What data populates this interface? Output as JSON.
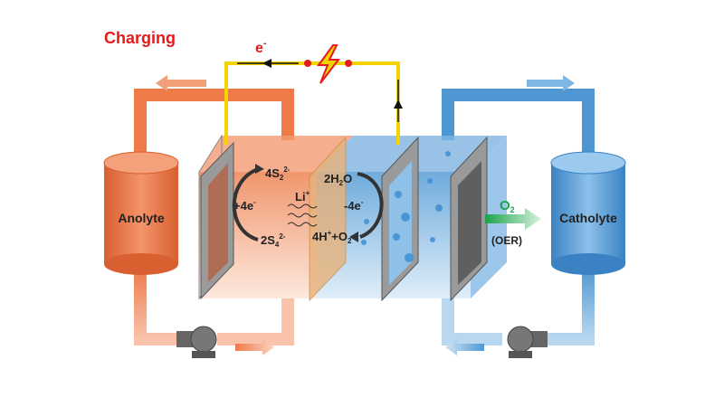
{
  "title": "Charging",
  "electron": "e",
  "electron_sup": "-",
  "anolyte": "Anolyte",
  "catholyte": "Catholyte",
  "left_reaction": {
    "top": "4S",
    "top_sub": "2",
    "top_sup": "2-",
    "bottom": "2S",
    "bottom_sub": "4",
    "bottom_sup": "2-",
    "electrons": "+4e",
    "electrons_sup": "-"
  },
  "ion": "Li",
  "ion_sup": "+",
  "right_reaction": {
    "top": "2H",
    "top_sub": "2",
    "top_end": "O",
    "bottom": "4H",
    "bottom_sup": "+",
    "bottom_mid": "+O",
    "bottom_sub": "2",
    "electrons": "-4e",
    "electrons_sup": "-"
  },
  "product": {
    "o": "O",
    "sub": "2",
    "label": "(OER)"
  },
  "colors": {
    "title": "#e41a1c",
    "anolyte": "#ee7a4a",
    "catholyte": "#4f97d3",
    "wire": "#f5d300",
    "o2": "#1aa34a"
  }
}
